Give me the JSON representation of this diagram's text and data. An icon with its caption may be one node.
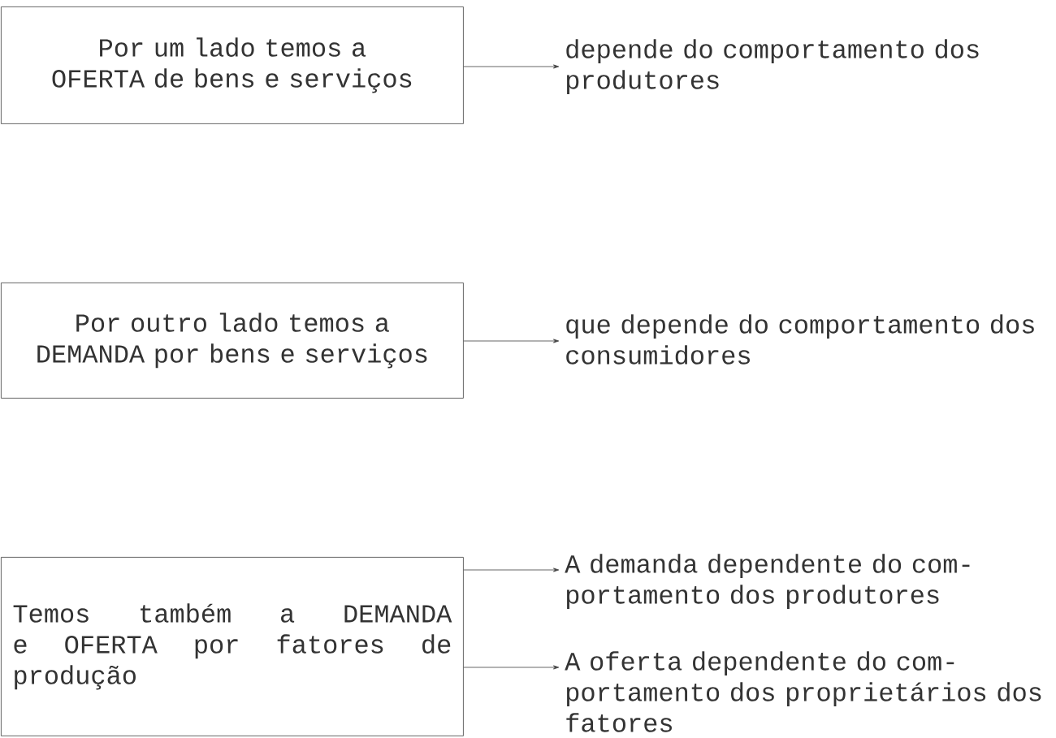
{
  "diagram": {
    "nodes": [
      {
        "text": [
          "Por um lado temos a OFERTA de bens e serviços"
        ]
      },
      {
        "text": [
          "depende do comportamento dos produtores"
        ]
      },
      {
        "text": [
          "Por outro lado temos a DEMANDA por bens e serviços"
        ]
      },
      {
        "text": [
          "que depende do comportamento dos consumidores"
        ]
      },
      {
        "text": [
          "Temos também a DEMANDA e OFERTA por fatores de produção"
        ]
      },
      {
        "text": [
          "A demanda dependente do com- portamento dos produtores"
        ]
      },
      {
        "text": [
          "A oferta dependente do com- portamento dos proprietários dos fatores"
        ]
      }
    ],
    "edges": [
      {
        "from": 0,
        "to": 1,
        "arrow": "to"
      },
      {
        "from": 2,
        "to": 3,
        "arrow": "to"
      },
      {
        "from": 4,
        "to": 5,
        "arrow": "to"
      },
      {
        "from": 4,
        "to": 6,
        "arrow": "to"
      }
    ]
  }
}
